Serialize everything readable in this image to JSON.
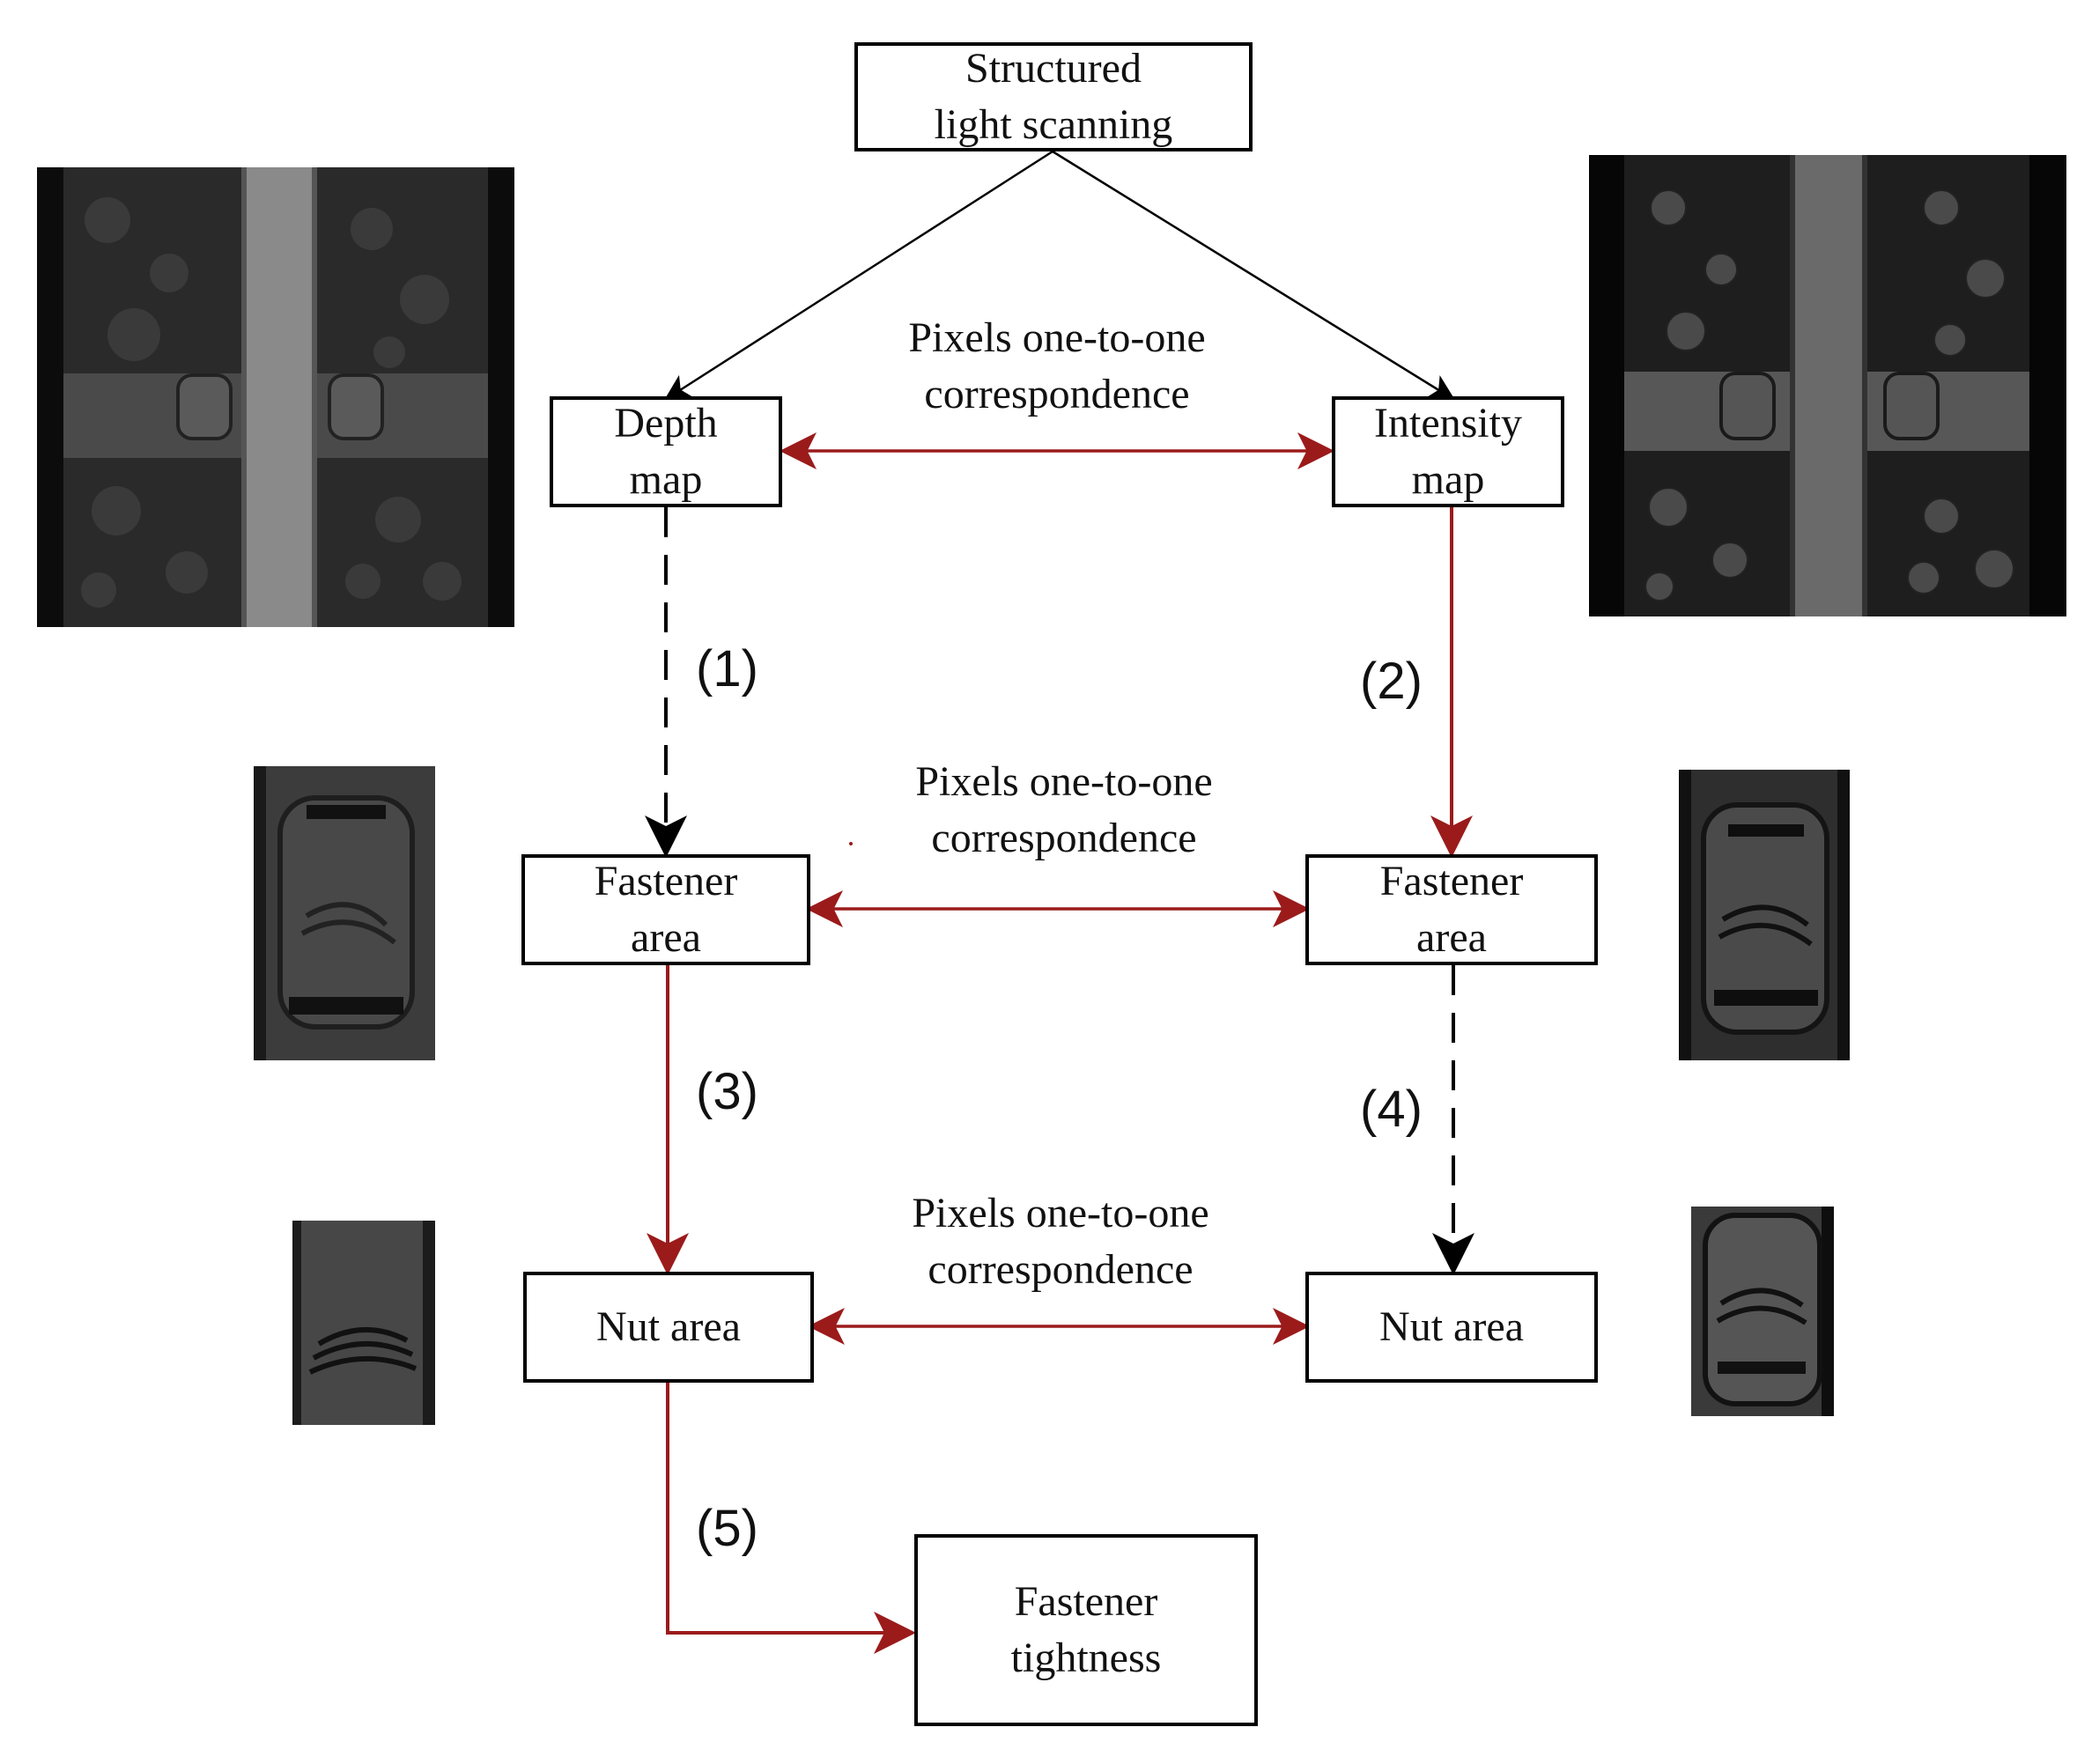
{
  "colors": {
    "red_arrow": "#9b1b1b",
    "black_arrow": "#000000",
    "photo_bg": "#1c1c1c"
  },
  "nodes": {
    "source": "Structured\nlight scanning",
    "depth_map": "Depth\nmap",
    "intensity_map": "Intensity\nmap",
    "fastener_left": "Fastener\narea",
    "fastener_right": "Fastener\narea",
    "nut_left": "Nut area",
    "nut_right": "Nut area",
    "result": "Fastener\ntightness"
  },
  "correspondence_labels": {
    "top": "Pixels one-to-one\ncorrespondence",
    "middle": "Pixels one-to-one\ncorrespondence",
    "bottom": "Pixels one-to-one\ncorrespondence"
  },
  "steps": {
    "s1": "(1)",
    "s2": "(2)",
    "s3": "(3)",
    "s4": "(4)",
    "s5": "(5)"
  },
  "images": [
    {
      "name": "depth-map-image",
      "kind": "track-depth"
    },
    {
      "name": "intensity-map-image",
      "kind": "track-intensity"
    },
    {
      "name": "fastener-depth-image",
      "kind": "fastener-depth"
    },
    {
      "name": "fastener-intensity-image",
      "kind": "fastener-intensity"
    },
    {
      "name": "nut-depth-image",
      "kind": "nut-depth"
    },
    {
      "name": "nut-intensity-image",
      "kind": "nut-intensity"
    }
  ]
}
